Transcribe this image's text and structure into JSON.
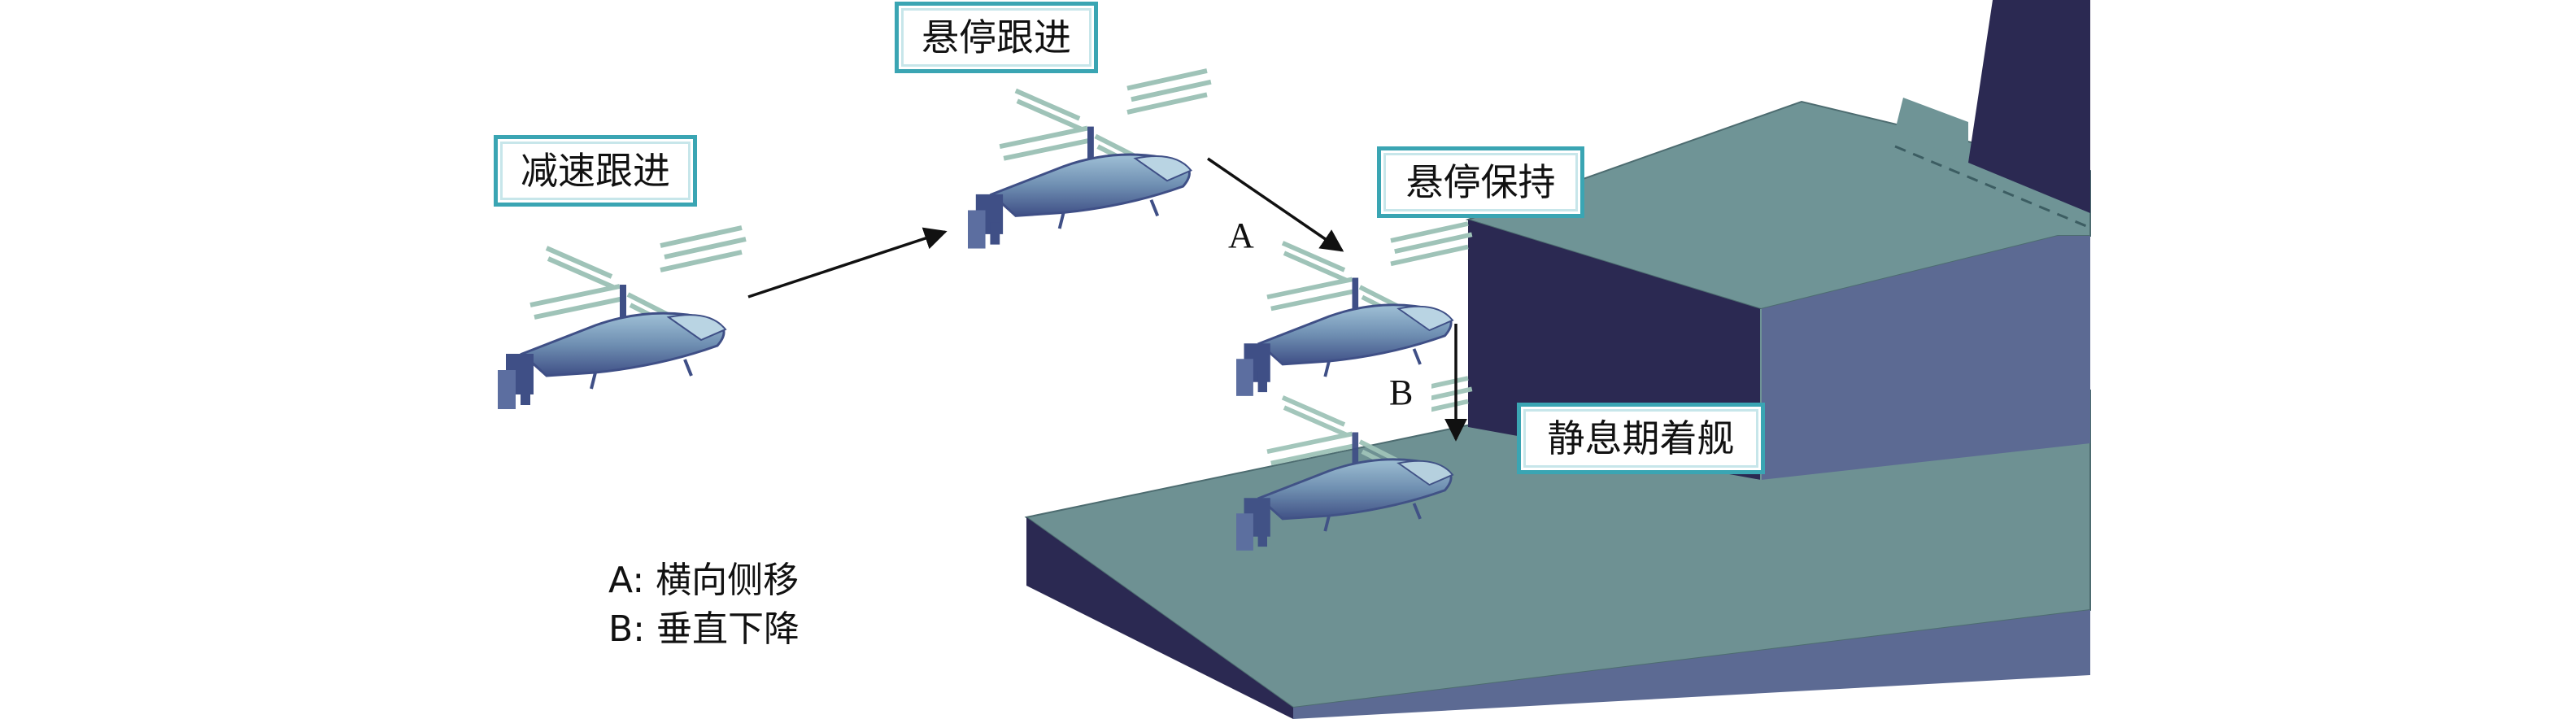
{
  "stages": {
    "decel": "减速跟进",
    "hover_follow": "悬停跟进",
    "hover_hold": "悬停保持",
    "landing": "静息期着舰"
  },
  "markers": {
    "a": "A",
    "b": "B"
  },
  "legend": {
    "a": "A: 横向侧移",
    "b": "B: 垂直下降"
  },
  "colors": {
    "label_border": "#3aa5b3",
    "deck_top": "#6e9193",
    "hangar_top": "#6f9496",
    "ship_side": "#5c6a93",
    "ship_dark": "#2b2952",
    "helicopter": "#6d8fb0",
    "arrow": "#111111"
  }
}
